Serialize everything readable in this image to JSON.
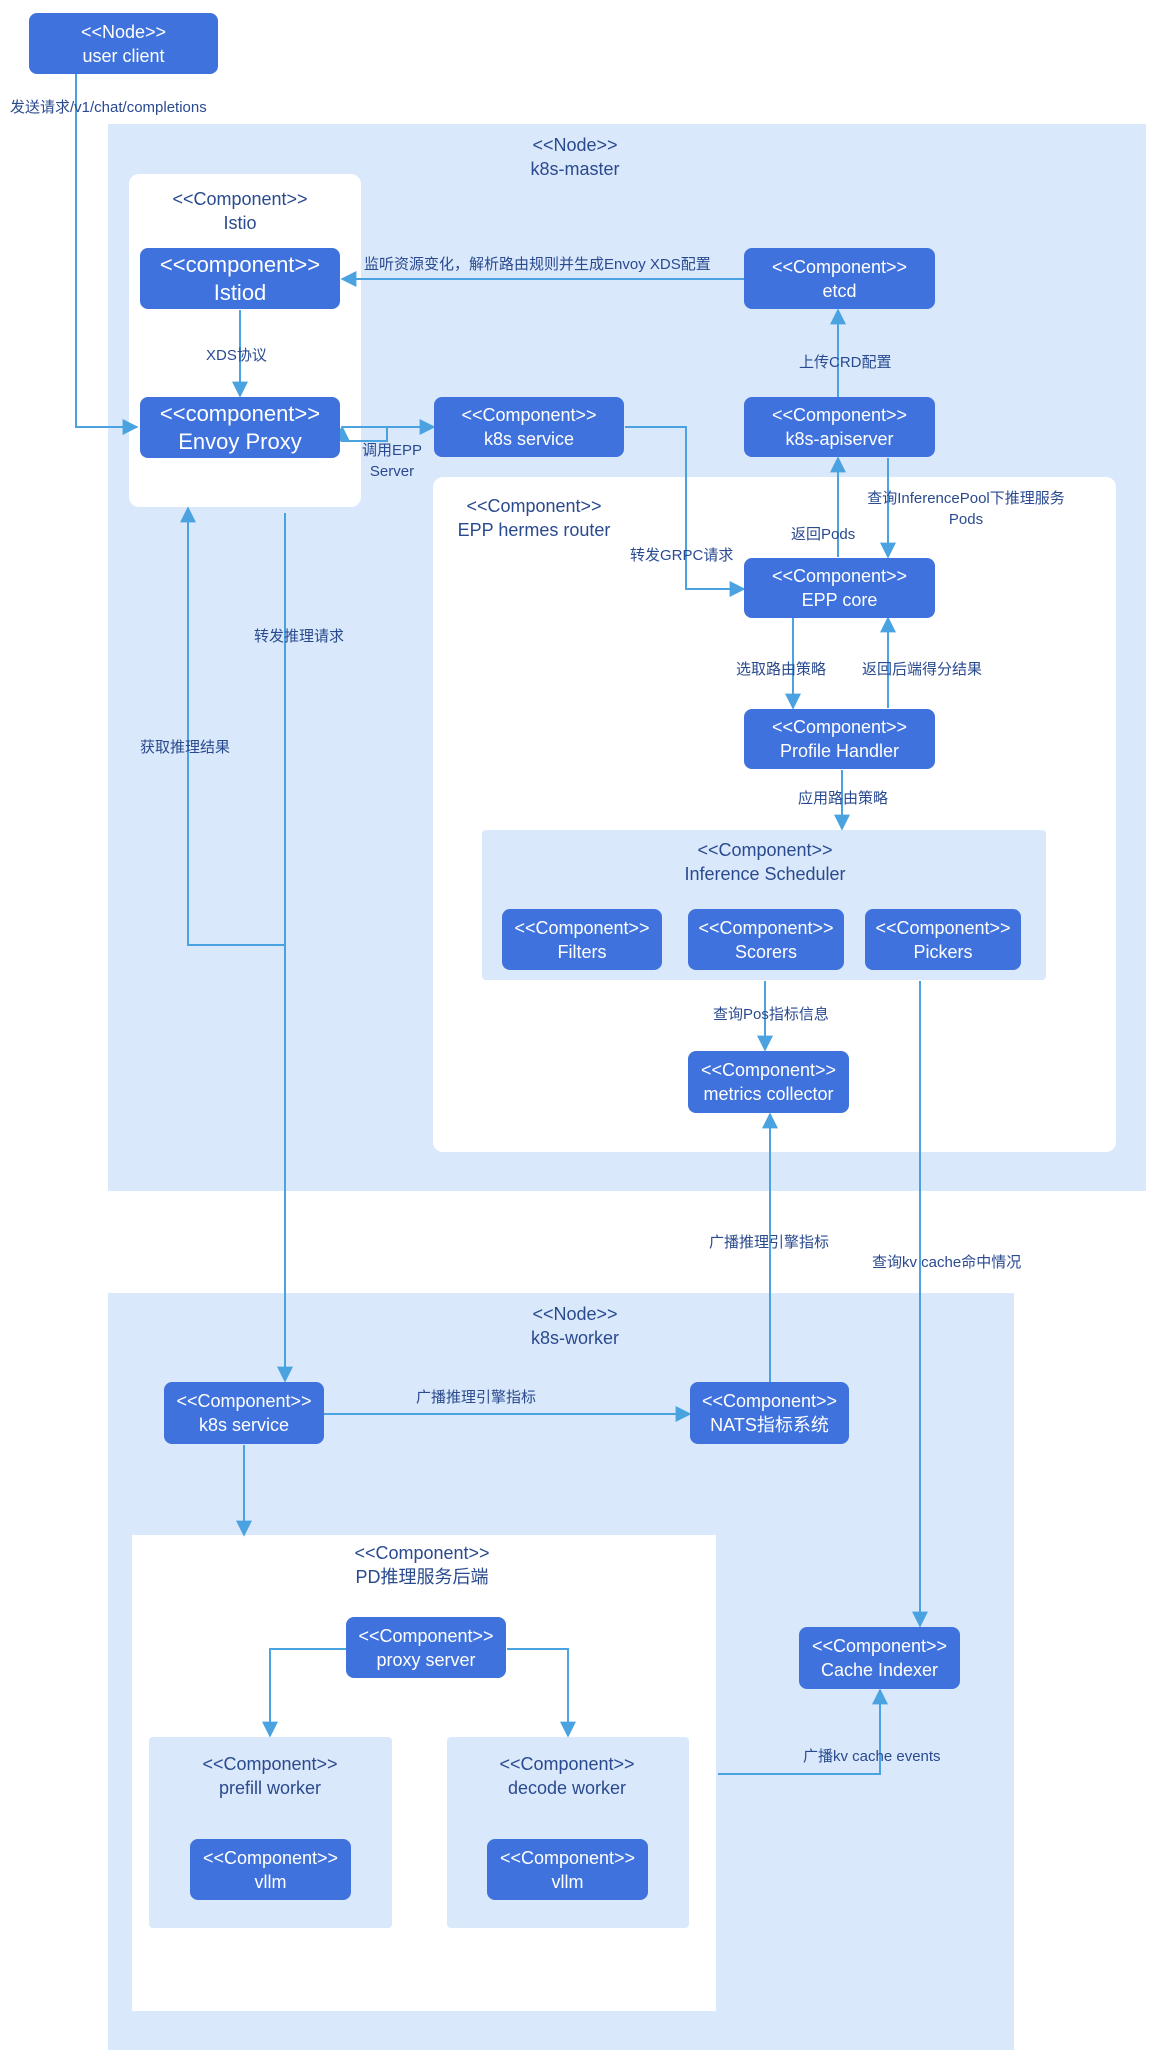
{
  "node_user_client": {
    "stereotype": "<<Node>>",
    "name": "user client"
  },
  "k8s_master": {
    "stereotype": "<<Node>>",
    "name": "k8s-master"
  },
  "istio": {
    "stereotype": "<<Component>>",
    "name": "Istio"
  },
  "istiod": {
    "stereotype": "<<component>>",
    "name": "Istiod"
  },
  "envoy": {
    "stereotype": "<<component>>",
    "name": "Envoy Proxy"
  },
  "k8s_service_master": {
    "stereotype": "<<Component>>",
    "name": "k8s service"
  },
  "etcd": {
    "stereotype": "<<Component>>",
    "name": "etcd"
  },
  "apiserver": {
    "stereotype": "<<Component>>",
    "name": "k8s-apiserver"
  },
  "epp_router": {
    "stereotype": "<<Component>>",
    "name": "EPP hermes router"
  },
  "epp_core": {
    "stereotype": "<<Component>>",
    "name": "EPP core"
  },
  "profile_handler": {
    "stereotype": "<<Component>>",
    "name": "Profile Handler"
  },
  "inference_scheduler": {
    "stereotype": "<<Component>>",
    "name": "Inference Scheduler"
  },
  "filters": {
    "stereotype": "<<Component>>",
    "name": "Filters"
  },
  "scorers": {
    "stereotype": "<<Component>>",
    "name": "Scorers"
  },
  "pickers": {
    "stereotype": "<<Component>>",
    "name": "Pickers"
  },
  "metrics_collector": {
    "stereotype": "<<Component>>",
    "name": "metrics collector"
  },
  "k8s_worker": {
    "stereotype": "<<Node>>",
    "name": "k8s-worker"
  },
  "k8s_service_worker": {
    "stereotype": "<<Component>>",
    "name": "k8s service"
  },
  "nats": {
    "stereotype": "<<Component>>",
    "name": "NATS指标系统"
  },
  "pd_backend": {
    "stereotype": "<<Component>>",
    "name": "PD推理服务后端"
  },
  "proxy_server": {
    "stereotype": "<<Component>>",
    "name": "proxy server"
  },
  "prefill_worker": {
    "stereotype": "<<Component>>",
    "name": "prefill worker"
  },
  "decode_worker": {
    "stereotype": "<<Component>>",
    "name": "decode worker"
  },
  "vllm_prefill": {
    "stereotype": "<<Component>>",
    "name": "vllm"
  },
  "vllm_decode": {
    "stereotype": "<<Component>>",
    "name": "vllm"
  },
  "cache_indexer": {
    "stereotype": "<<Component>>",
    "name": "Cache Indexer"
  },
  "edges": {
    "send_request": "发送请求/v1/chat/completions",
    "watch_resources": "监听资源变化，解析路由规则并生成Envoy XDS配置",
    "xds": "XDS协议",
    "upload_crd": "上传CRD配置",
    "call_epp_line1": "调用EPP",
    "call_epp_line2": "Server",
    "query_pool_line1": "查询InferencePool下推理服务",
    "query_pool_line2": "Pods",
    "return_pods": "返回Pods",
    "forward_grpc": "转发GRPC请求",
    "forward_inference": "转发推理请求",
    "select_strategy": "选取路由策略",
    "return_scores": "返回后端得分结果",
    "get_result": "获取推理结果",
    "apply_strategy": "应用路由策略",
    "query_pos": "查询Pos指标信息",
    "broadcast_metrics_up": "广播推理引擎指标",
    "query_kv": "查询kv cache命中情况",
    "broadcast_metrics_worker": "广播推理引擎指标",
    "broadcast_kv": "广播kv cache events"
  },
  "colors": {
    "region": "#dae8fb",
    "box": "#3f72dc",
    "edge": "#4aa3e0",
    "text": "#2a4a8f"
  }
}
